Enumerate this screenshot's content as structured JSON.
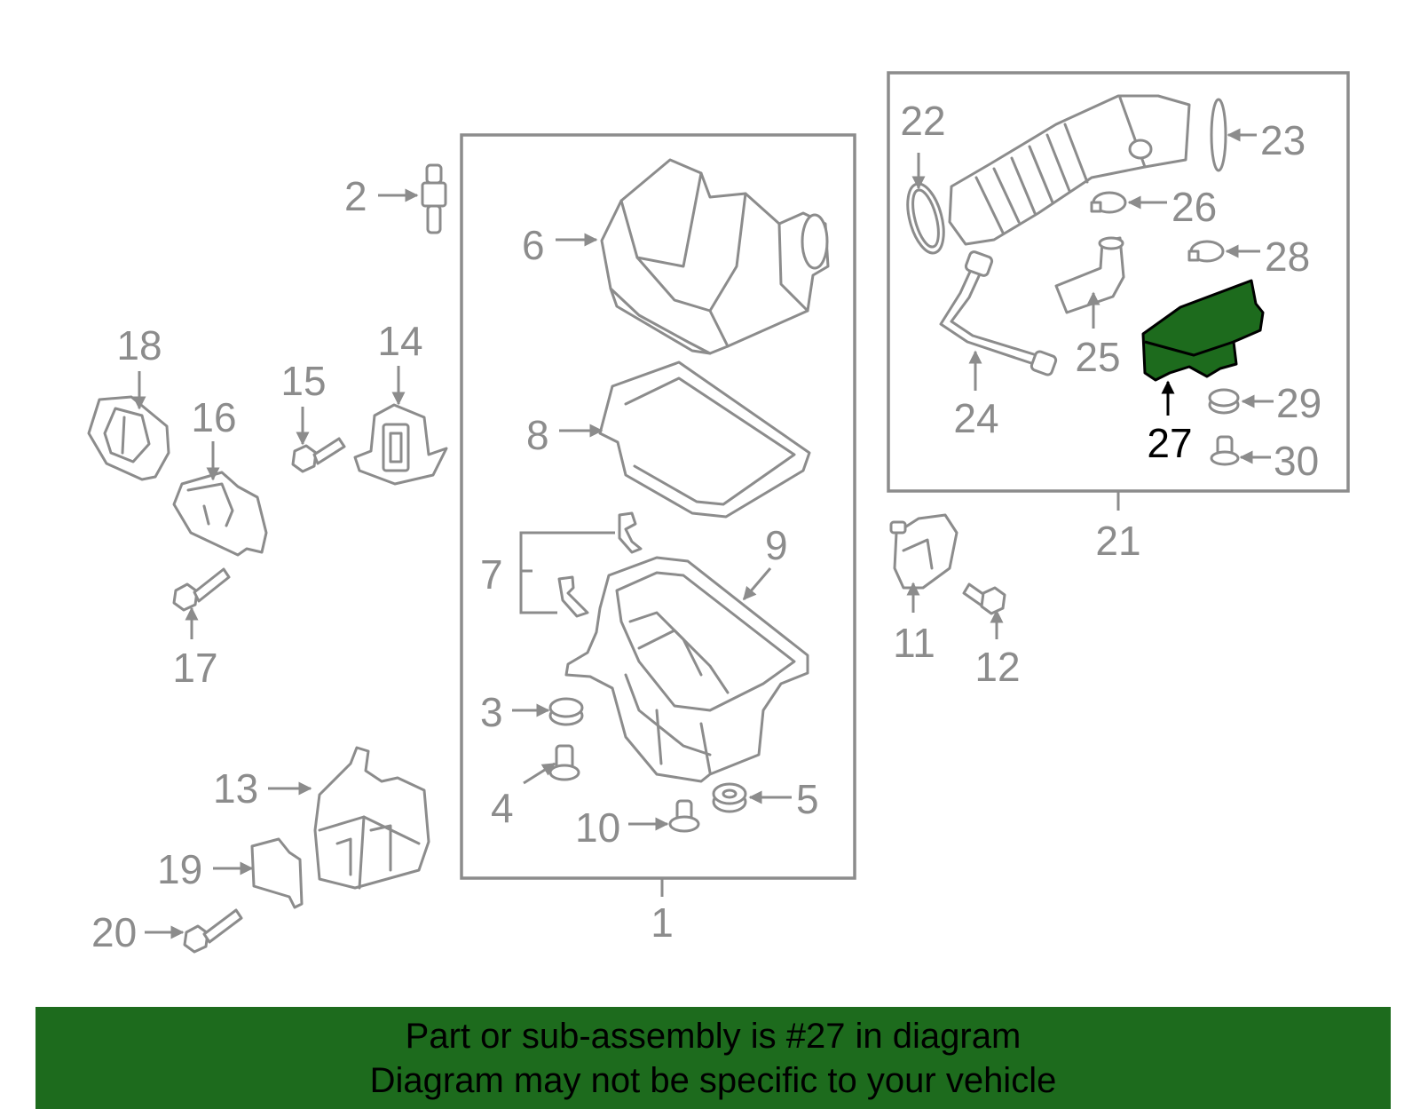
{
  "highlight": {
    "part": "27",
    "color": "#1d6b1d"
  },
  "callouts": {
    "c1": "1",
    "c2": "2",
    "c3": "3",
    "c4": "4",
    "c5": "5",
    "c6": "6",
    "c7": "7",
    "c8": "8",
    "c9": "9",
    "c10": "10",
    "c11": "11",
    "c12": "12",
    "c13": "13",
    "c14": "14",
    "c15": "15",
    "c16": "16",
    "c17": "17",
    "c18": "18",
    "c19": "19",
    "c20": "20",
    "c21": "21",
    "c22": "22",
    "c23": "23",
    "c24": "24",
    "c25": "25",
    "c26": "26",
    "c27": "27",
    "c28": "28",
    "c29": "29",
    "c30": "30"
  },
  "banner": {
    "line1": "Part or sub-assembly is #27 in diagram",
    "line2": "Diagram may not be specific to your vehicle"
  }
}
